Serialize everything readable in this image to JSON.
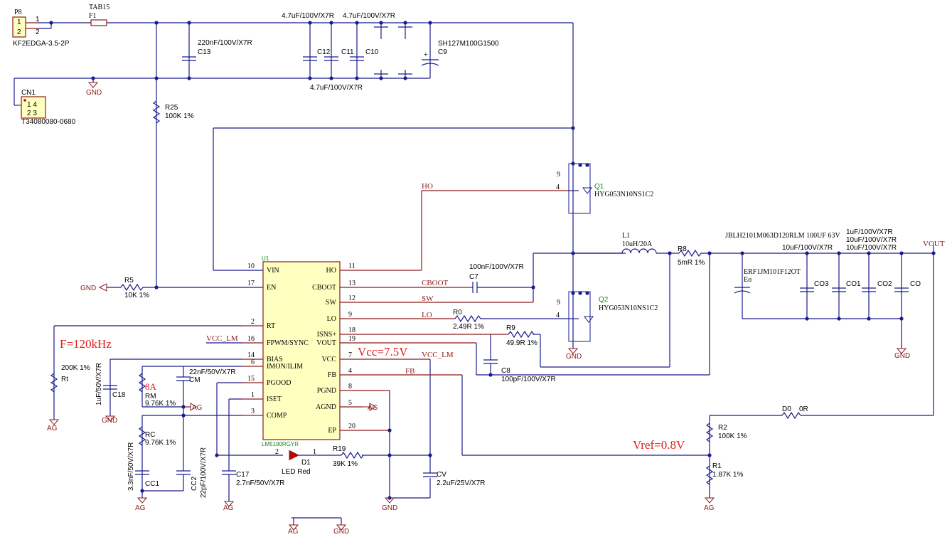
{
  "connectors": {
    "p8_ref": "P8",
    "p8_part": "KF2EDGA-3.5-2P",
    "p8_pin1": "1",
    "p8_pin2": "2",
    "cn1_ref": "CN1",
    "cn1_part": "T34080080-0680",
    "cn1_pins": "1  4",
    "cn1_pins2": "2  3"
  },
  "fuse": {
    "part": "TAB15",
    "ref": "F1"
  },
  "caps_input": {
    "c13_val": "220nF/100V/X7R",
    "c13_ref": "C13",
    "top_val1": "4.7uF/100V/X7R",
    "top_val2": "4.7uF/100V/X7R",
    "c12": "C12",
    "c11": "C11",
    "c10": "C10",
    "bottom_val": "4.7uF/100V/X7R",
    "c9_part": "SH127M100G1500",
    "c9_ref": "C9"
  },
  "resistors": {
    "r25_ref": "R25",
    "r25_val": "100K 1%",
    "r5_ref": "R5",
    "r5_val": "10K 1%",
    "r0_ref": "R0",
    "r0_val": "2.49R 1%",
    "r9_ref": "R9",
    "r9_val": "49.9R 1%",
    "r8_ref": "R8",
    "r8_val": "5mR 1%",
    "rt_val": "200K 1%",
    "rt_ref": "Rt",
    "rm_ref": "RM",
    "rm_val": "9.76K 1%",
    "rc_ref": "RC",
    "rc_val": "9.76K 1%",
    "r19_ref": "R19",
    "r19_val": "39K 1%",
    "r2_ref": "R2",
    "r2_val": "100K 1%",
    "r1_ref": "R1",
    "r1_val": "1.87K 1%",
    "d0_ref": "D0",
    "d0_val": "0R"
  },
  "caps_misc": {
    "c7_val": "100nF/100V/X7R",
    "c7_ref": "C7",
    "c8_ref": "C8",
    "c8_val": "100pF/100V/X7R",
    "c18_val": "1uF/50V/X7R",
    "c18_ref": "C18",
    "cm_val": "22nF/50V/X7R",
    "cm_ref": "CM",
    "cc1_val": "3.3nF/50V/X7R",
    "cc1_ref": "CC1",
    "cc2_ref": "CC2",
    "cc2_val": "22pF/100V/X7R",
    "c17_ref": "C17",
    "c17_val": "2.7nF/50V/X7R",
    "cv_ref": "CV",
    "cv_val": "2.2uF/25V/X7R"
  },
  "output": {
    "l1_ref": "L1",
    "l1_val": "10uH/20A",
    "eo_part": "JBLH2101M063D120RLM 100UF 63V",
    "eo_part2": "ERF1JM101F12OT",
    "eo_ref": "Eo",
    "co3_val": "10uF/100V/X7R",
    "co_vals1": "1uF/100V/X7R",
    "co_vals2": "10uF/100V/X7R",
    "co_vals3": "10uF/100V/X7R",
    "co3": "CO3",
    "co1": "CO1",
    "co2": "CO2",
    "co": "CO",
    "vout": "VOUT"
  },
  "mosfets": {
    "q1_ref": "Q1",
    "q1_part": "HYG053N10NS1C2",
    "q2_ref": "Q2",
    "q2_part": "HYG053N10NS1C2",
    "pin4": "4",
    "pin9": "9"
  },
  "ic": {
    "ref": "U1",
    "part": "LM5190RGYR",
    "left_pins": [
      {
        "num": "10",
        "name": "VIN"
      },
      {
        "num": "17",
        "name": "EN"
      },
      {
        "num": "2",
        "name": "RT"
      },
      {
        "num": "16",
        "name": "FPWM/SYNC"
      },
      {
        "num": "14",
        "name": "BIAS"
      },
      {
        "num": "6",
        "name": "IMON/ILIM"
      },
      {
        "num": "15",
        "name": "PGOOD"
      },
      {
        "num": "1",
        "name": "ISET"
      },
      {
        "num": "3",
        "name": "COMP"
      }
    ],
    "right_pins": [
      {
        "num": "11",
        "name": "HO"
      },
      {
        "num": "13",
        "name": "CBOOT"
      },
      {
        "num": "12",
        "name": "SW"
      },
      {
        "num": "9",
        "name": "LO"
      },
      {
        "num": "18",
        "name": "ISNS+"
      },
      {
        "num": "19",
        "name": "VOUT"
      },
      {
        "num": "7",
        "name": "VCC"
      },
      {
        "num": "4",
        "name": "FB"
      },
      {
        "num": "8",
        "name": "PGND"
      },
      {
        "num": "5",
        "name": "AGND"
      },
      {
        "num": "20",
        "name": "EP"
      }
    ]
  },
  "nets": {
    "ho": "HO",
    "cboot": "CBOOT",
    "sw": "SW",
    "lo": "LO",
    "vcc_lm": "VCC_LM",
    "vcc_lm2": "VCC_LM",
    "fb": "FB",
    "gnd": "GND",
    "ag": "AG"
  },
  "led": {
    "ref": "D1",
    "desc": "LED Red",
    "pin2": "2",
    "pin1": "1"
  },
  "notes": {
    "freq": "F=120kHz",
    "vcc": "Vcc=7.5V",
    "vref": "Vref=0.8V",
    "ilim": "8A"
  }
}
